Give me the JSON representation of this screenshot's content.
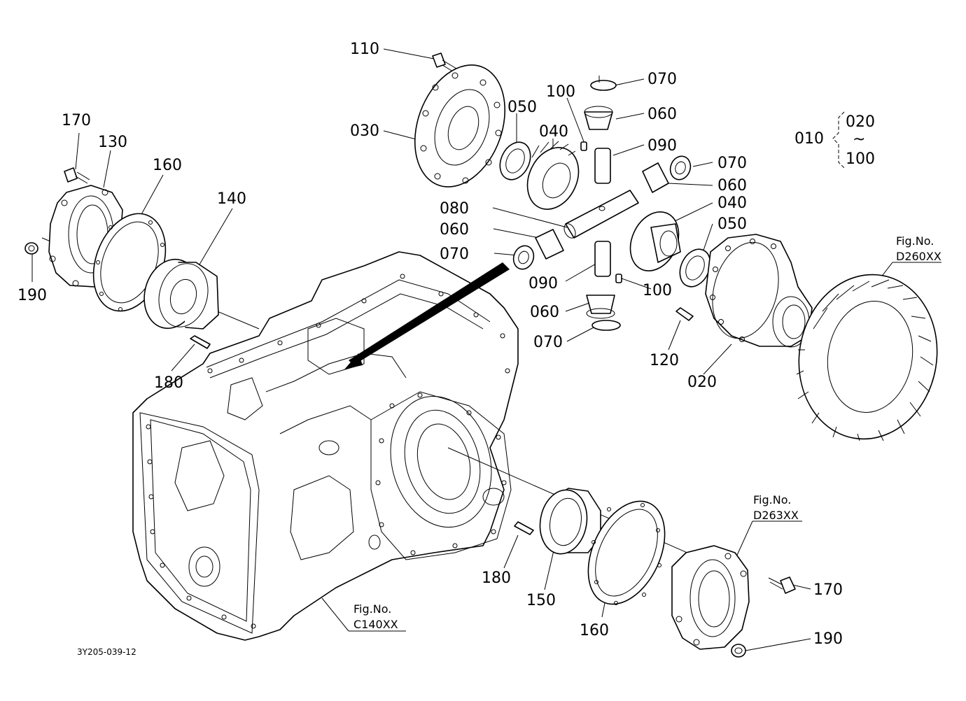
{
  "document_id": "3Y205-039-12",
  "callouts": {
    "p110": "110",
    "p030": "030",
    "p050a": "050",
    "p040a": "040",
    "p100a": "100",
    "p070a": "070",
    "p060a": "060",
    "p090a": "090",
    "p070b": "070",
    "p060b": "060",
    "p040b": "040",
    "p050b": "050",
    "p080": "080",
    "p060c": "060",
    "p070c": "070",
    "p090b": "090",
    "p100b": "100",
    "p060d": "060",
    "p070d": "070",
    "p120": "120",
    "p020": "020",
    "p170a": "170",
    "p130": "130",
    "p160a": "160",
    "p140": "140",
    "p190a": "190",
    "p180a": "180",
    "p180b": "180",
    "p150": "150",
    "p160b": "160",
    "p170b": "170",
    "p190b": "190"
  },
  "assembly_range": {
    "parent": "010",
    "from": "020",
    "tilde": "~",
    "to": "100"
  },
  "figure_refs": {
    "d260": {
      "label": "Fig.No.",
      "code": "D260XX"
    },
    "d263": {
      "label": "Fig.No.",
      "code": "D263XX"
    },
    "c140": {
      "label": "Fig.No.",
      "code": "C140XX"
    }
  }
}
